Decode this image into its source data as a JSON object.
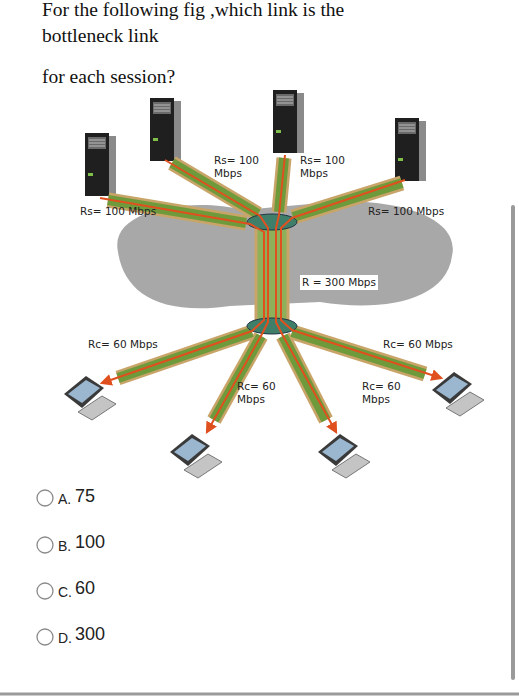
{
  "diagram": {
    "title": "For the following fig ,which link is the bottleneck link",
    "labels": [
      "for each session?",
      "Rs= 100 Mbps",
      "Rs= 100 Mbps",
      "Rs= 100 Mbps",
      "Rs= 100 Mbps",
      "R = 300 Mbps",
      "Rc= 60 Mbps",
      "Rc= 60 Mbps",
      "Rc= 60 Mbps",
      "Rc= 60 Mbps",
      "A.",
      "75",
      "B.",
      "100",
      "C.",
      "60",
      "D.",
      "300"
    ]
  }
}
